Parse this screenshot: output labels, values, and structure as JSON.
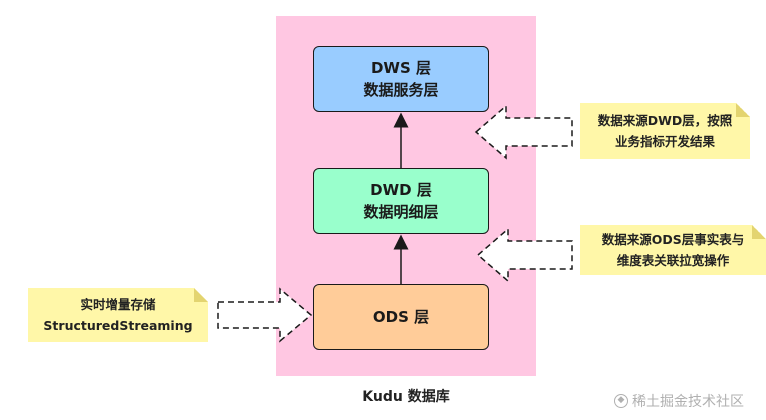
{
  "layers": {
    "dws": {
      "line1": "DWS 层",
      "line2": "数据服务层",
      "color": "#99ccff"
    },
    "dwd": {
      "line1": "DWD 层",
      "line2": "数据明细层",
      "color": "#99ffcc"
    },
    "ods": {
      "line1": "ODS 层",
      "color": "#ffcc99"
    }
  },
  "container": {
    "label": "Kudu 数据库",
    "color": "#ffc7e2"
  },
  "notes": {
    "dws": {
      "line1": "数据来源DWD层，按照",
      "line2": "业务指标开发结果"
    },
    "dwd": {
      "line1": "数据来源ODS层事实表与",
      "line2": "维度表关联拉宽操作"
    },
    "ods": {
      "line1": "实时增量存储",
      "line2": "StructuredStreaming"
    }
  },
  "note_color": "#fff7a8",
  "watermark": {
    "icon": "juejin-logo-icon",
    "text": "稀土掘金技术社区"
  }
}
